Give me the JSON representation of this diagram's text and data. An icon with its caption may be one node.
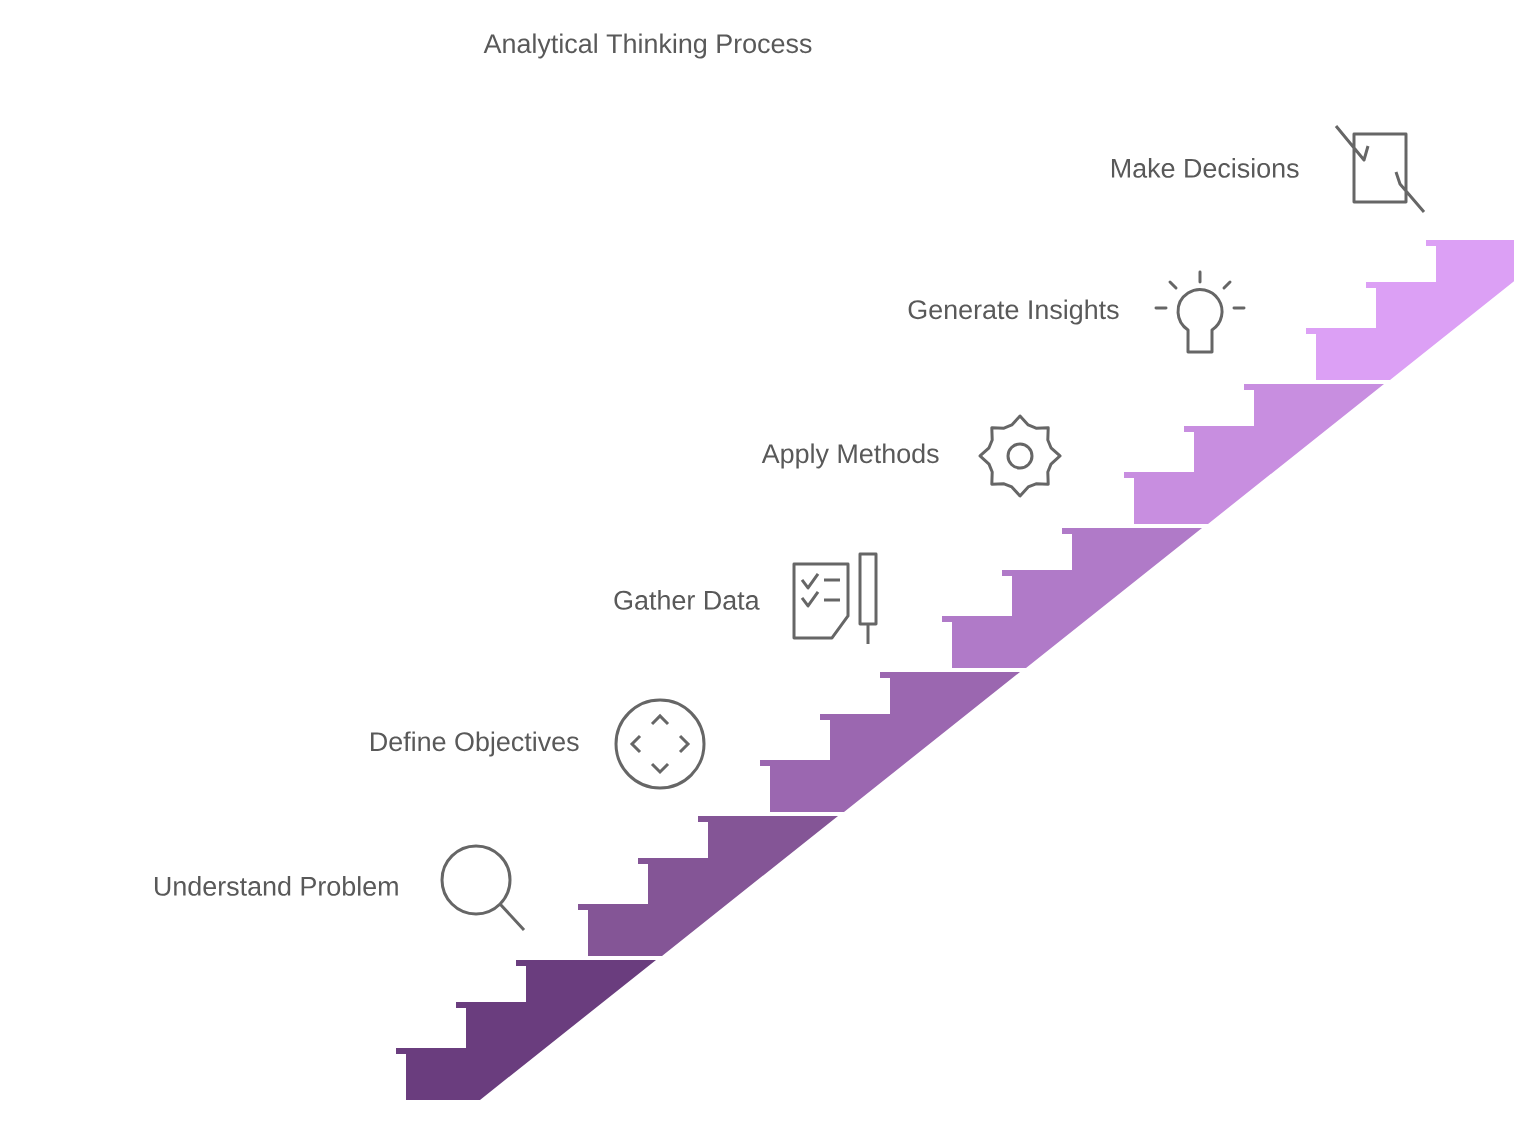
{
  "diagram": {
    "title": "Analytical Thinking Process",
    "nodes": [
      {
        "text": [
          "Understand Problem"
        ]
      },
      {
        "text": [
          "Define Objectives"
        ]
      },
      {
        "text": [
          "Gather Data"
        ]
      },
      {
        "text": [
          "Apply Methods"
        ]
      },
      {
        "text": [
          "Generate Insights"
        ]
      },
      {
        "text": [
          "Make Decisions"
        ]
      }
    ]
  }
}
